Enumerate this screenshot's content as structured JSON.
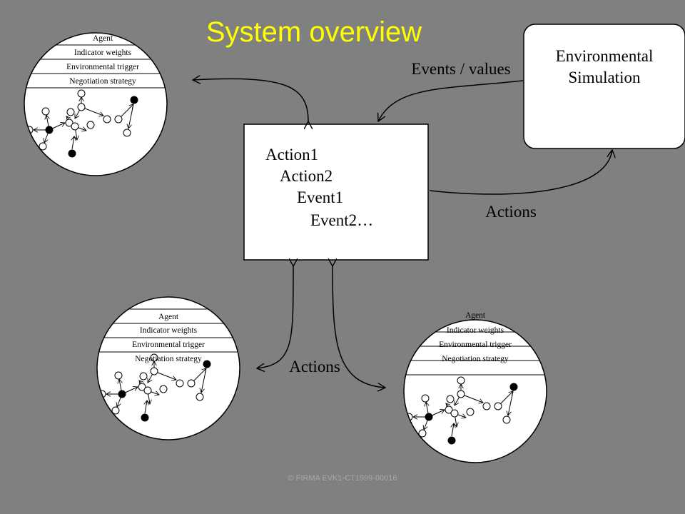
{
  "slide": {
    "title": "System overview",
    "footer": "© FIRMA EVK1-CT1999-00016",
    "colors": {
      "background": "#808080",
      "title": "#FFFF00",
      "footer": "#A8A8A8"
    }
  },
  "agent_card": {
    "rows": [
      "Agent",
      "Indicator weights",
      "Environmental trigger",
      "Negotiation strategy"
    ]
  },
  "queue": {
    "items": [
      "Action1",
      "Action2",
      "Event1",
      "Event2…"
    ]
  },
  "environment": {
    "line1": "Environmental",
    "line2": "Simulation"
  },
  "arrow_labels": {
    "events_values": "Events / values",
    "actions_right": "Actions",
    "actions_bottom": "Actions"
  }
}
